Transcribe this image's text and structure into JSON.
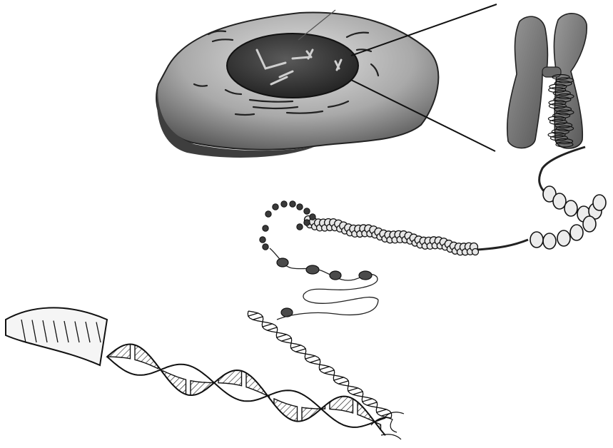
{
  "figure": {
    "panels": [
      {
        "id": "cell",
        "shape": "cell-with-nucleus-icon"
      },
      {
        "id": "chromosome",
        "shape": "chromosome-icon"
      },
      {
        "id": "chromatin-fiber",
        "shape": "coiled-fiber-icon"
      },
      {
        "id": "nucleosomes",
        "shape": "beads-on-string-icon"
      },
      {
        "id": "dna",
        "shape": "double-helix-icon"
      }
    ],
    "colors": {
      "ink": "#111111",
      "cytoplasm": "#8a8a8a",
      "cytoplasm_light": "#d2d2d2",
      "nucleus": "#2d2d2d",
      "chromosome": "#7a7a7a",
      "background": "#ffffff"
    }
  }
}
